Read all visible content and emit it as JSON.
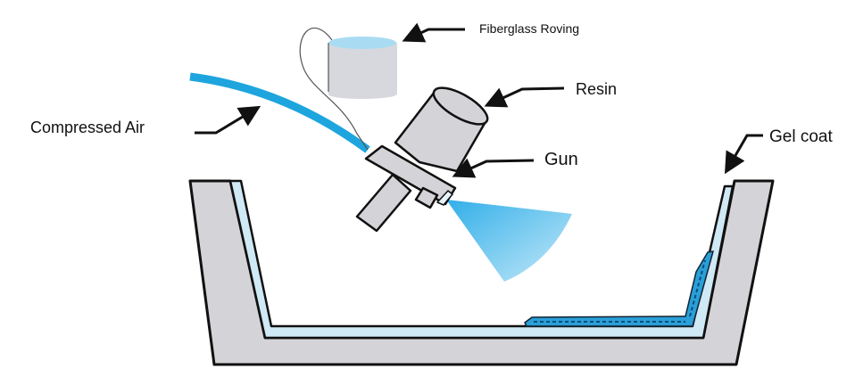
{
  "title": "Spray-up process",
  "labels": {
    "fiberglass_roving": "Fiberglass Roving",
    "resin": "Resin",
    "gun": "Gun",
    "gel_coat": "Gel coat",
    "compressed_air": "Compressed Air"
  },
  "colors": {
    "mold": "#d4d4d8",
    "gel_coat": "#cfe9f5",
    "hose": "#1ea5de",
    "laminate": "#2a9fd8",
    "spray": "#4fbdf0"
  }
}
